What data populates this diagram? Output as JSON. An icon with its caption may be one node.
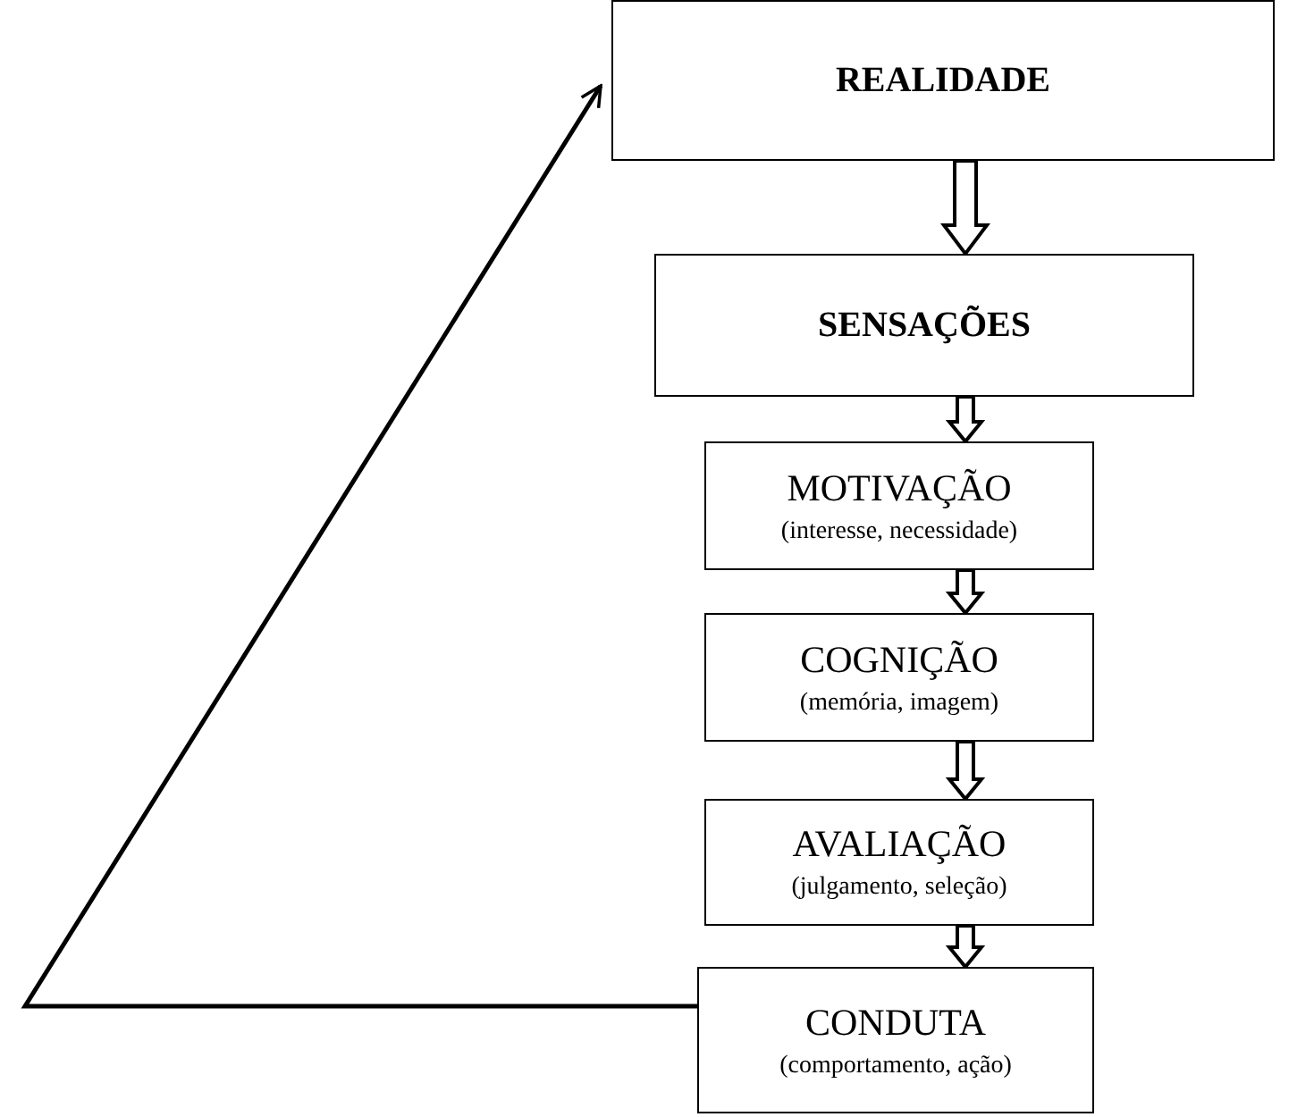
{
  "diagram": {
    "nodes": [
      {
        "text": [
          "REALIDADE"
        ]
      },
      {
        "text": [
          "SENSAÇÕES"
        ]
      },
      {
        "text": [
          "MOTIVAÇÃO",
          "(interesse, necessidade)"
        ]
      },
      {
        "text": [
          "COGNIÇÃO",
          "(memória, imagem)"
        ]
      },
      {
        "text": [
          "AVALIAÇÃO",
          "(julgamento, seleção)"
        ]
      },
      {
        "text": [
          "CONDUTA",
          "(comportamento, ação)"
        ]
      }
    ],
    "edges": [
      {
        "from": 0,
        "to": 1,
        "arrow": "to",
        "style": "thick"
      },
      {
        "from": 1,
        "to": 2,
        "arrow": "to",
        "style": "thick"
      },
      {
        "from": 2,
        "to": 3,
        "arrow": "to",
        "style": "thick"
      },
      {
        "from": 3,
        "to": 4,
        "arrow": "to",
        "style": "thick"
      },
      {
        "from": 4,
        "to": 5,
        "arrow": "to",
        "style": "thick"
      },
      {
        "from": 5,
        "to": 0,
        "arrow": "to"
      }
    ]
  }
}
